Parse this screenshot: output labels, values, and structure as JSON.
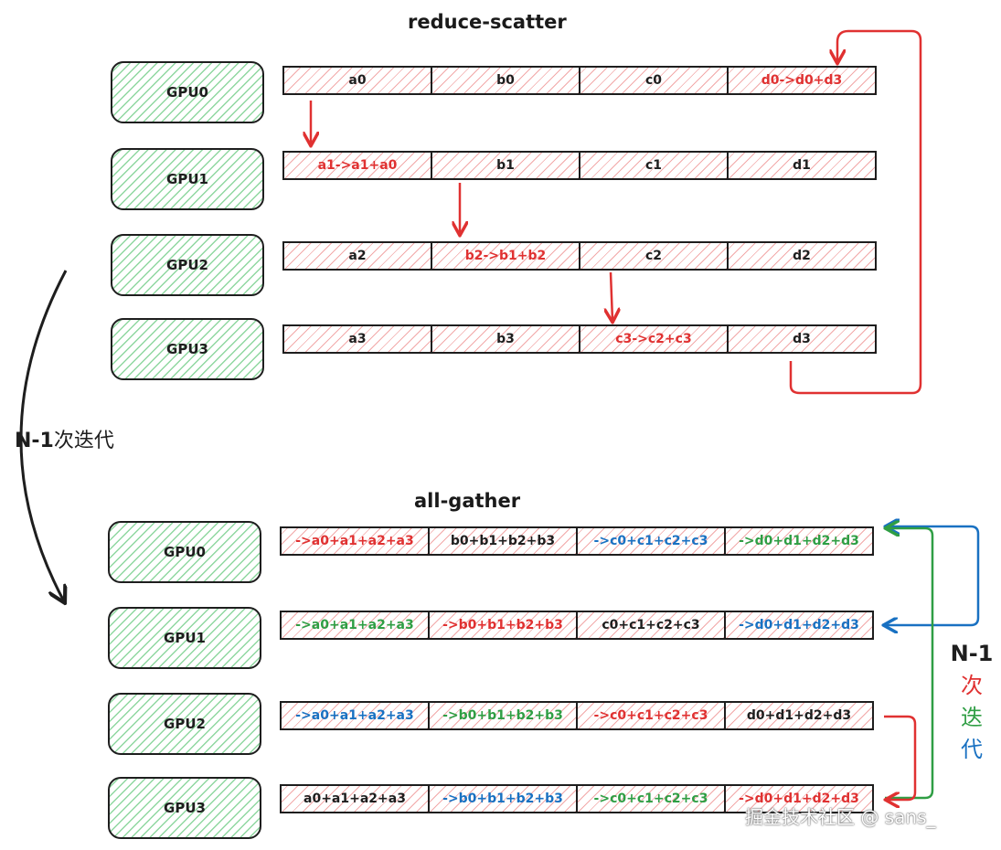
{
  "reduce_scatter": {
    "title": "reduce-scatter",
    "gpus": [
      "GPU0",
      "GPU1",
      "GPU2",
      "GPU3"
    ],
    "rows": [
      [
        {
          "text": "a0",
          "color": "black"
        },
        {
          "text": "b0",
          "color": "black"
        },
        {
          "text": "c0",
          "color": "black"
        },
        {
          "text": "d0->d0+d3",
          "color": "red"
        }
      ],
      [
        {
          "text": "a1->a1+a0",
          "color": "red"
        },
        {
          "text": "b1",
          "color": "black"
        },
        {
          "text": "c1",
          "color": "black"
        },
        {
          "text": "d1",
          "color": "black"
        }
      ],
      [
        {
          "text": "a2",
          "color": "black"
        },
        {
          "text": "b2->b1+b2",
          "color": "red"
        },
        {
          "text": "c2",
          "color": "black"
        },
        {
          "text": "d2",
          "color": "black"
        }
      ],
      [
        {
          "text": "a3",
          "color": "black"
        },
        {
          "text": "b3",
          "color": "black"
        },
        {
          "text": "c3->c2+c3",
          "color": "red"
        },
        {
          "text": "d3",
          "color": "black"
        }
      ]
    ]
  },
  "all_gather": {
    "title": "all-gather",
    "gpus": [
      "GPU0",
      "GPU1",
      "GPU2",
      "GPU3"
    ],
    "rows": [
      [
        {
          "text": "->a0+a1+a2+a3",
          "color": "red"
        },
        {
          "text": "b0+b1+b2+b3",
          "color": "black"
        },
        {
          "text": "->c0+c1+c2+c3",
          "color": "blue"
        },
        {
          "text": "->d0+d1+d2+d3",
          "color": "green"
        }
      ],
      [
        {
          "text": "->a0+a1+a2+a3",
          "color": "green"
        },
        {
          "text": "->b0+b1+b2+b3",
          "color": "red"
        },
        {
          "text": "c0+c1+c2+c3",
          "color": "black"
        },
        {
          "text": "->d0+d1+d2+d3",
          "color": "blue"
        }
      ],
      [
        {
          "text": "->a0+a1+a2+a3",
          "color": "blue"
        },
        {
          "text": "->b0+b1+b2+b3",
          "color": "green"
        },
        {
          "text": "->c0+c1+c2+c3",
          "color": "red"
        },
        {
          "text": "d0+d1+d2+d3",
          "color": "black"
        }
      ],
      [
        {
          "text": "a0+a1+a2+a3",
          "color": "black"
        },
        {
          "text": "->b0+b1+b2+b3",
          "color": "blue"
        },
        {
          "text": "->c0+c1+c2+c3",
          "color": "green"
        },
        {
          "text": "->d0+d1+d2+d3",
          "color": "red"
        }
      ]
    ]
  },
  "iteration_label": {
    "bold": "N-1",
    "rest": "次迭代"
  },
  "vertical_label": {
    "bold": "N-1",
    "chars": [
      "次",
      "迭",
      "代"
    ]
  },
  "watermark": "掘金技术社区 @ sans_",
  "colors": {
    "black": "#1e1e1e",
    "red": "#e03131",
    "green": "#2f9e44",
    "blue": "#1971c2",
    "gpu_hatch": "#8fd7a0",
    "cell_hatch": "#f2a9a9"
  }
}
